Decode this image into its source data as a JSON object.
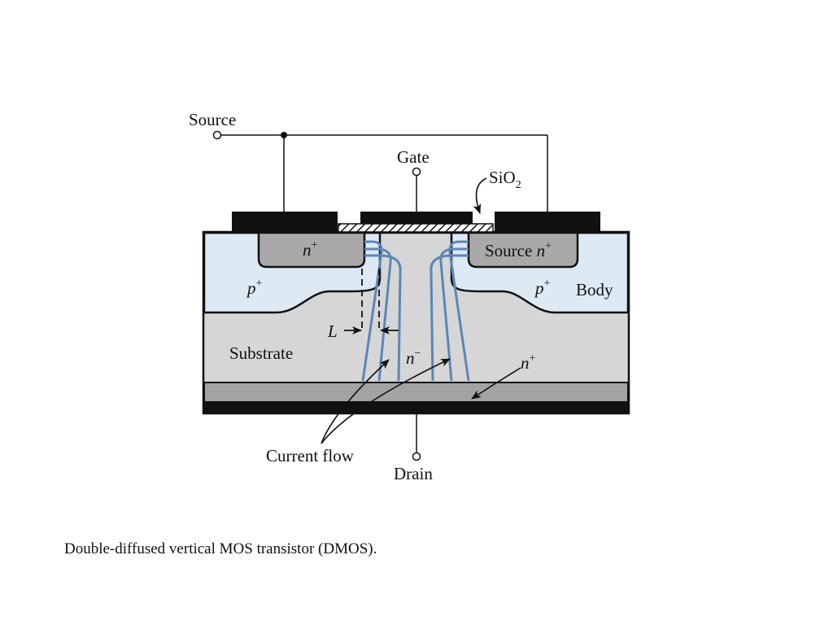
{
  "colors": {
    "p_region": "#dde9f3",
    "substrate": "#d6d6d6",
    "n_plus_source": "#a9a9a9",
    "n_plus_layer": "#a3a3a3",
    "metal": "#111111",
    "current_lines": "#5b86b8"
  },
  "labels": {
    "source_terminal": "Source",
    "gate_terminal": "Gate",
    "drain_terminal": "Drain",
    "oxide_base": "SiO",
    "oxide_sub": "2",
    "left_source_n": "n",
    "left_source_sup": "+",
    "right_source_word": "Source ",
    "right_source_n": "n",
    "right_source_sup": "+",
    "left_p": "p",
    "left_p_sup": "+",
    "right_p": "p",
    "right_p_sup": "+",
    "body": "Body",
    "channel_length": "L",
    "substrate": "Substrate",
    "drift_n": "n",
    "drift_sup": "−",
    "layer_n": "n",
    "layer_sup": "+",
    "current_flow": "Current flow"
  },
  "caption": "Double-diffused vertical MOS transistor (DMOS)."
}
